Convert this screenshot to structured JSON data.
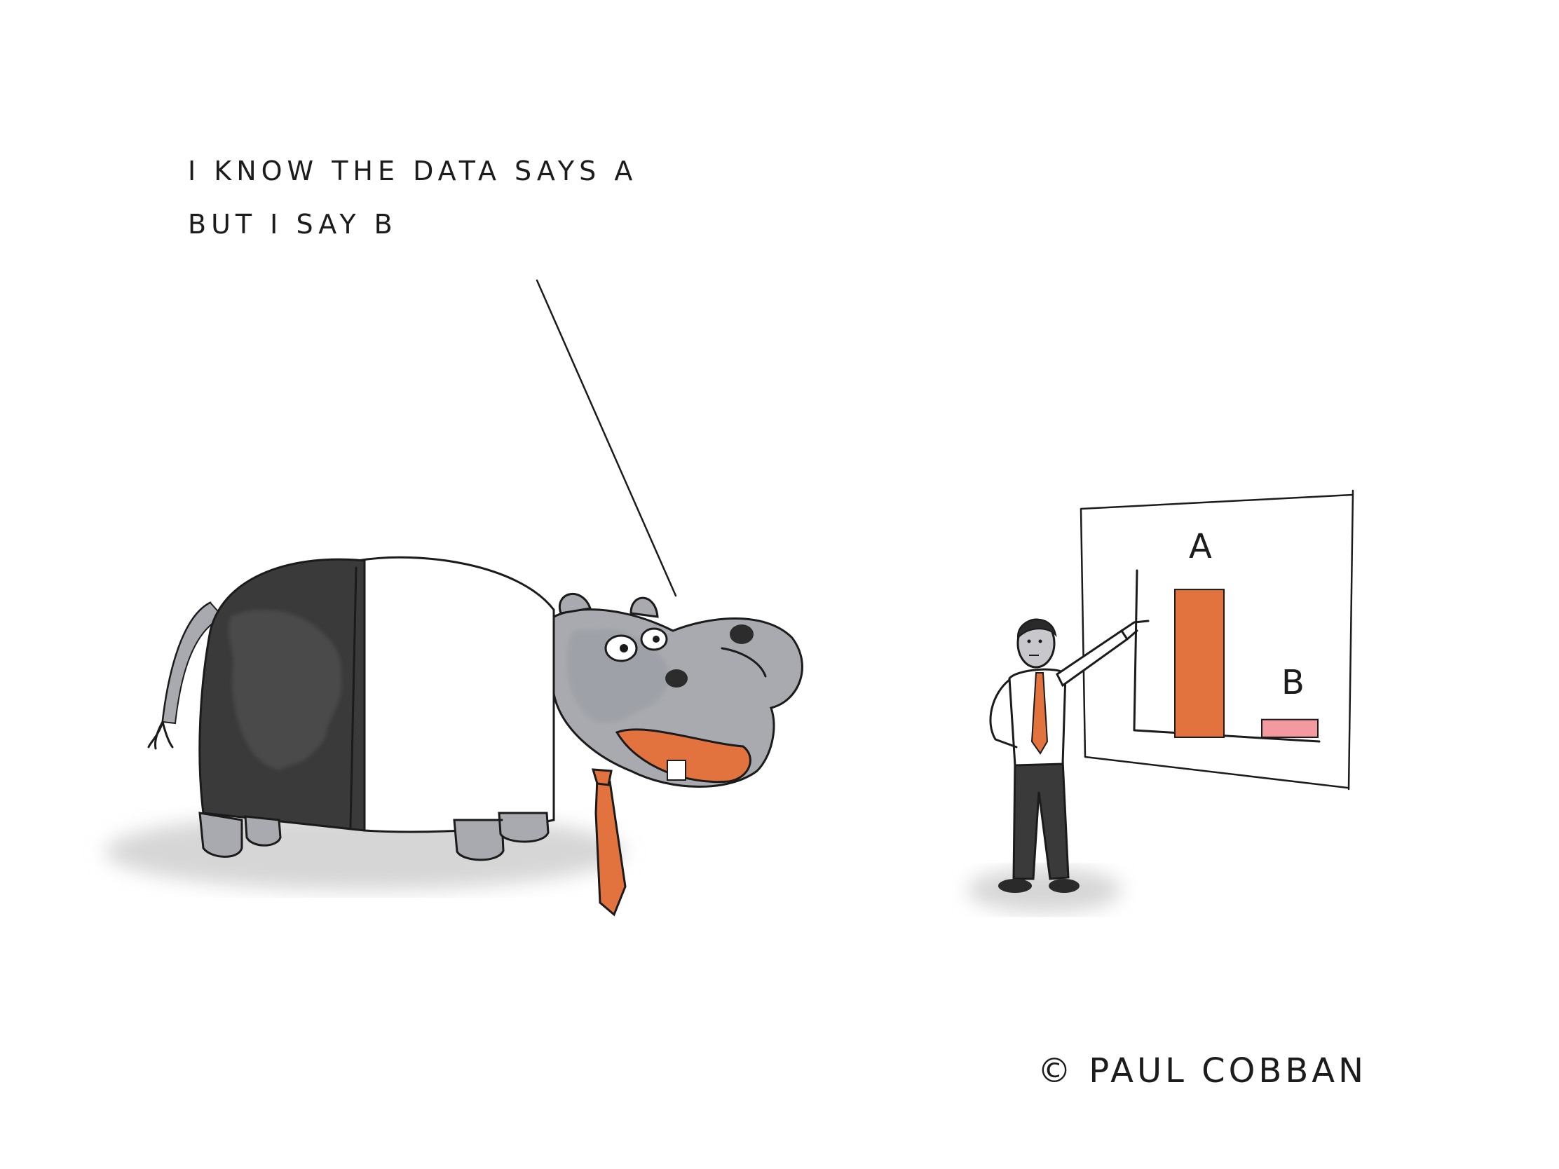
{
  "caption": {
    "line1": "I KNOW THE DATA SAYS A",
    "line2": "BUT I SAY B"
  },
  "chart_data": {
    "type": "bar",
    "categories": [
      "A",
      "B"
    ],
    "values": [
      10,
      1.2
    ],
    "ylim": [
      0,
      11
    ],
    "colors": [
      "#e2733f",
      "#f39aa0"
    ]
  },
  "signature": "© PAUL COBBAN",
  "colors": {
    "tie": "#e2733f",
    "suit": "#3a3a3a",
    "hippo_skin": "#a8aab0",
    "shirt": "#ffffff",
    "bar_b": "#f39aa0"
  }
}
